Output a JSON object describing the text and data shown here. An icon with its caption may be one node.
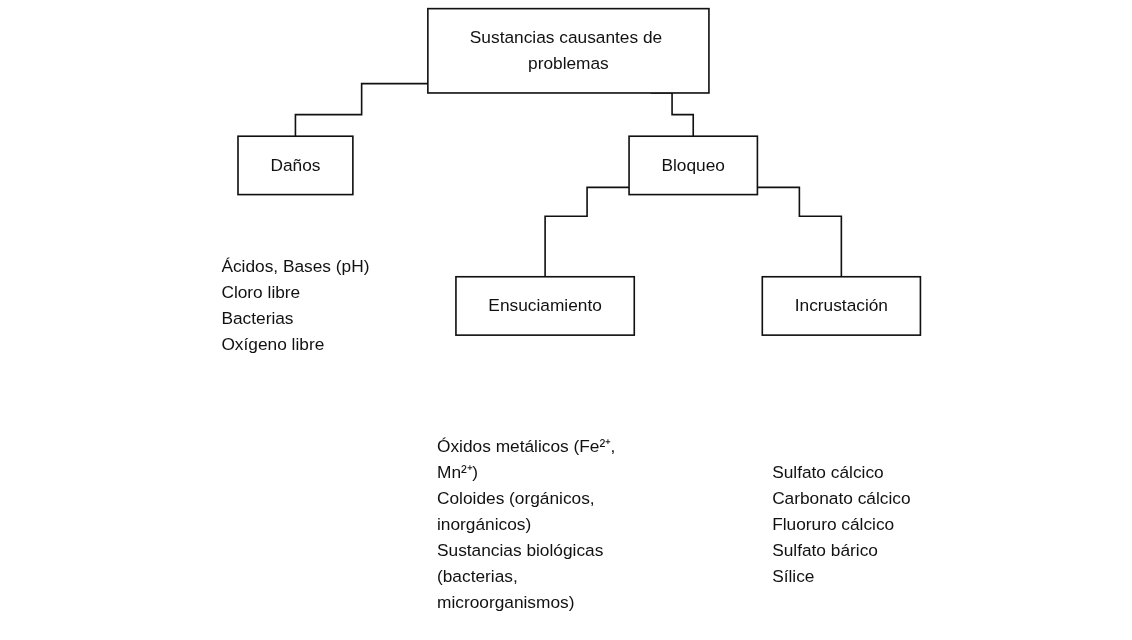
{
  "diagram": {
    "nodes": [
      {
        "text": [
          "Sustancias causantes de problemas"
        ]
      },
      {
        "text": [
          "Daños"
        ],
        "beside": [
          "Ácidos, Bases (pH)",
          "Cloro libre",
          "Bacterias",
          "Oxígeno libre"
        ]
      },
      {
        "text": [
          "Bloqueo"
        ]
      },
      {
        "text": [
          "Ensuciamiento"
        ],
        "beside": [
          "Óxidos metálicos (Fe²⁺, Mn²⁺)",
          "Coloides (orgánicos, inorgánicos)",
          "Sustancias biológicas (bacterias, microorganismos)"
        ]
      },
      {
        "text": [
          "Incrustación"
        ],
        "beside": [
          "Sulfato cálcico",
          "Carbonato cálcico",
          "Fluoruro cálcico",
          "Sulfato bárico",
          "Sílice"
        ]
      }
    ],
    "edges": [
      {
        "from": 0,
        "to": 1,
        "arrow": "none"
      },
      {
        "from": 0,
        "to": 2,
        "arrow": "none"
      },
      {
        "from": 2,
        "to": 3,
        "arrow": "none"
      },
      {
        "from": 2,
        "to": 4,
        "arrow": "none"
      }
    ]
  }
}
